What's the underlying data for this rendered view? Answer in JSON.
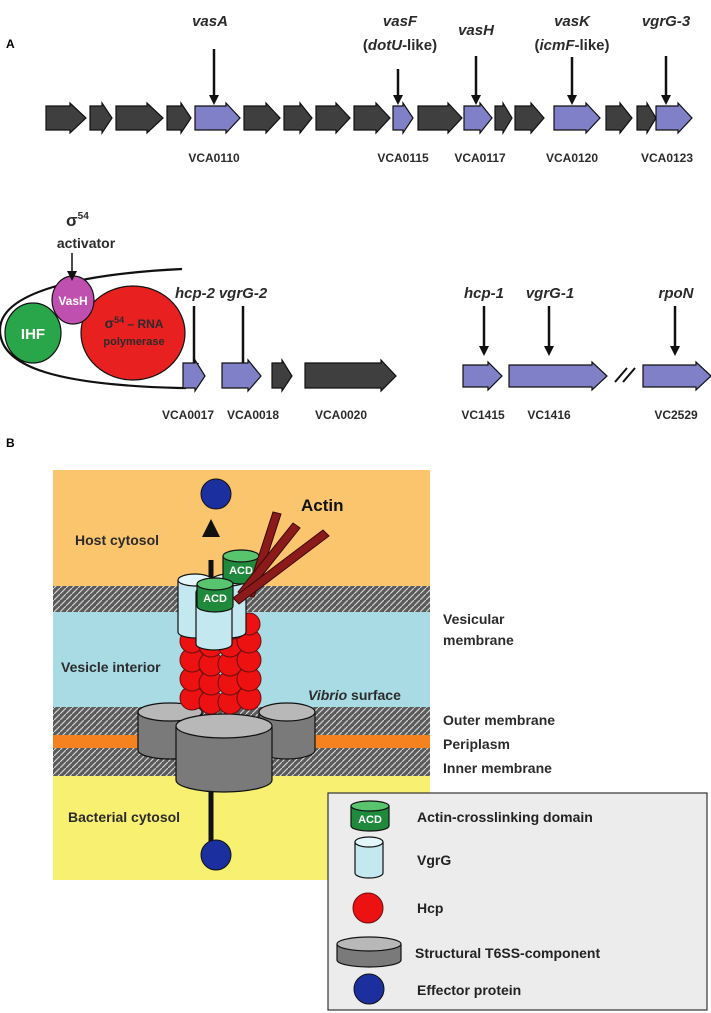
{
  "panel_a": {
    "label": "A",
    "cluster1": {
      "gene_labels": [
        {
          "name": "vasA",
          "extra": ""
        },
        {
          "name": "vasF",
          "extra": "(dotU-like)",
          "extra_italic": "dotU",
          "extra_rest": "-like)"
        },
        {
          "name": "vasH",
          "extra": ""
        },
        {
          "name": "vasK",
          "extra": "(icmF-like)",
          "extra_italic": "icmF",
          "extra_rest": "-like)"
        },
        {
          "name": "vgrG-3",
          "extra": ""
        }
      ],
      "loci": [
        "VCA0110",
        "VCA0115",
        "VCA0117",
        "VCA0120",
        "VCA0123"
      ]
    },
    "cluster2": {
      "sigma": "σ",
      "sigma_sup": "54",
      "activator": "activator",
      "vash": "VasH",
      "ihf": "IHF",
      "rnap_line1_sigma": "σ",
      "rnap_line1_sup": "54",
      "rnap_line1_rest": " – RNA",
      "rnap_line2": "polymerase",
      "gene_labels": [
        "hcp-2",
        "vgrG-2"
      ],
      "loci": [
        "VCA0017",
        "VCA0018",
        "VCA0020"
      ]
    },
    "cluster3": {
      "gene_labels": [
        "hcp-1",
        "vgrG-1",
        "rpoN"
      ],
      "loci": [
        "VC1415",
        "VC1416",
        "VC2529"
      ]
    }
  },
  "panel_b": {
    "label": "B",
    "host_cytosol": "Host cytosol",
    "actin": "Actin",
    "acd": "ACD",
    "vesicular_membrane_1": "Vesicular",
    "vesicular_membrane_2": "membrane",
    "vesicle_interior": "Vesicle interior",
    "vibrio_surface_italic": "Vibrio",
    "vibrio_surface_rest": " surface",
    "outer_membrane": "Outer membrane",
    "periplasm": "Periplasm",
    "inner_membrane": "Inner membrane",
    "bacterial_cytosol": "Bacterial cytosol",
    "legend": [
      {
        "key": "acd",
        "label": "Actin-crosslinking domain"
      },
      {
        "key": "vgrg",
        "label": "VgrG"
      },
      {
        "key": "hcp",
        "label": "Hcp"
      },
      {
        "key": "structural",
        "label": "Structural T6SS-component"
      },
      {
        "key": "effector",
        "label": "Effector protein"
      }
    ]
  },
  "colors": {
    "dark_gene": "#3f3f3f",
    "purple_gene": "#8080c8",
    "host": "#fbc56e",
    "vesicle": "#a8dbe4",
    "bacterial": "#f7f071",
    "periplasm": "#f5821f",
    "acd_green": "#1f8a3b",
    "ihf_green": "#2aa64a",
    "vash_purple": "#c050b0",
    "rnap_red": "#e82020",
    "hcp_red": "#ee1111",
    "effector_blue": "#1c2f9e",
    "vgrg_blue": "#c4e8f0",
    "legend_bg": "#ececec"
  }
}
